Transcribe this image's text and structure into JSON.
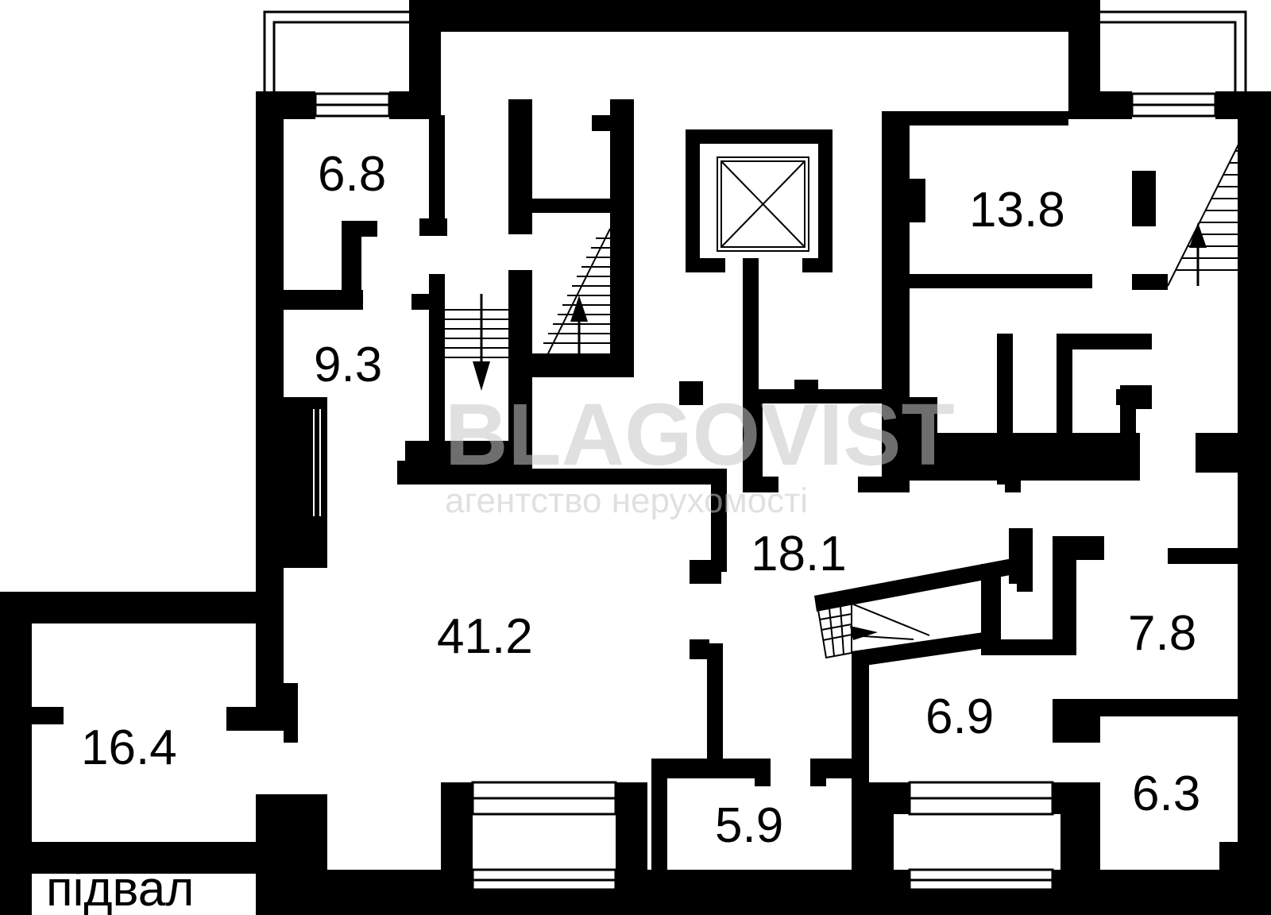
{
  "plan": {
    "rooms": [
      {
        "id": "r1",
        "area": "6.8"
      },
      {
        "id": "r2",
        "area": "9.3"
      },
      {
        "id": "r3",
        "area": "13.8"
      },
      {
        "id": "r4",
        "area": "18.1"
      },
      {
        "id": "r5",
        "area": "41.2"
      },
      {
        "id": "r6",
        "area": "7.8"
      },
      {
        "id": "r7",
        "area": "6.9"
      },
      {
        "id": "r8",
        "area": "16.4"
      },
      {
        "id": "r9",
        "area": "6.3"
      },
      {
        "id": "r10",
        "area": "5.9"
      }
    ],
    "floor_label": "підвал"
  },
  "watermark": {
    "brand": "BLAGOVIST",
    "tagline": "агентство нерухомості"
  },
  "colors": {
    "walls": "#000000",
    "background": "#ffffff",
    "watermark": "#c8c8c8"
  }
}
